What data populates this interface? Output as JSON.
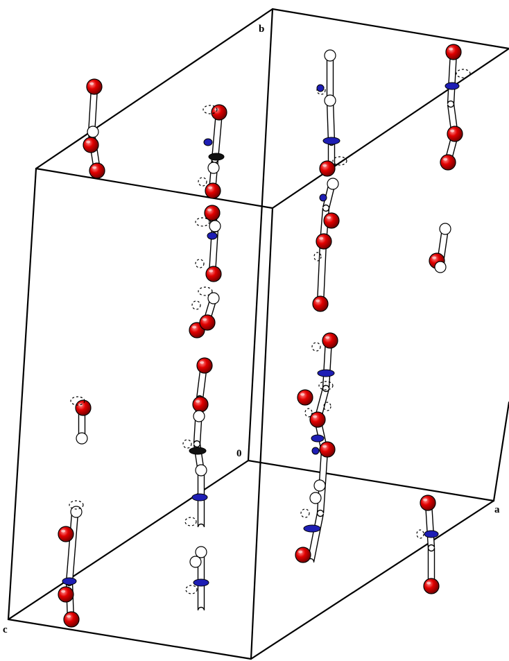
{
  "figure": {
    "axis_labels": {
      "a": "a",
      "b": "b",
      "c": "c",
      "origin": "0"
    },
    "atom_colors": {
      "oxygen": "#e10000",
      "nitrogen": "#1e1eb4",
      "carbon": "#111111",
      "hydrogen": "#ffffff"
    }
  }
}
